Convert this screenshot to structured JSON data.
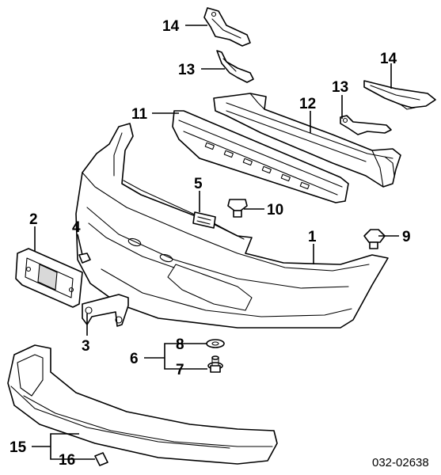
{
  "diagram": {
    "reference_code": "032-02638",
    "callouts": [
      {
        "id": "c1",
        "label": "1",
        "part": "front-bumper-face"
      },
      {
        "id": "c2",
        "label": "2",
        "part": "license-plate-bracket"
      },
      {
        "id": "c3",
        "label": "3",
        "part": "bumper-stay"
      },
      {
        "id": "c4",
        "label": "4",
        "part": "clip-nut"
      },
      {
        "id": "c5",
        "label": "5",
        "part": "emblem"
      },
      {
        "id": "c6",
        "label": "6",
        "part": "fastener-set"
      },
      {
        "id": "c7",
        "label": "7",
        "part": "bolt"
      },
      {
        "id": "c8",
        "label": "8",
        "part": "washer"
      },
      {
        "id": "c9",
        "label": "9",
        "part": "push-clip"
      },
      {
        "id": "c10",
        "label": "10",
        "part": "push-clip"
      },
      {
        "id": "c11",
        "label": "11",
        "part": "absorber"
      },
      {
        "id": "c12",
        "label": "12",
        "part": "bumper-beam"
      },
      {
        "id": "c13a",
        "label": "13",
        "part": "beam-stay-left"
      },
      {
        "id": "c13b",
        "label": "13",
        "part": "beam-stay-right"
      },
      {
        "id": "c14a",
        "label": "14",
        "part": "side-bracket-left"
      },
      {
        "id": "c14b",
        "label": "14",
        "part": "side-bracket-right"
      },
      {
        "id": "c15",
        "label": "15",
        "part": "lower-spoiler"
      },
      {
        "id": "c16",
        "label": "16",
        "part": "spoiler-clip"
      }
    ]
  }
}
